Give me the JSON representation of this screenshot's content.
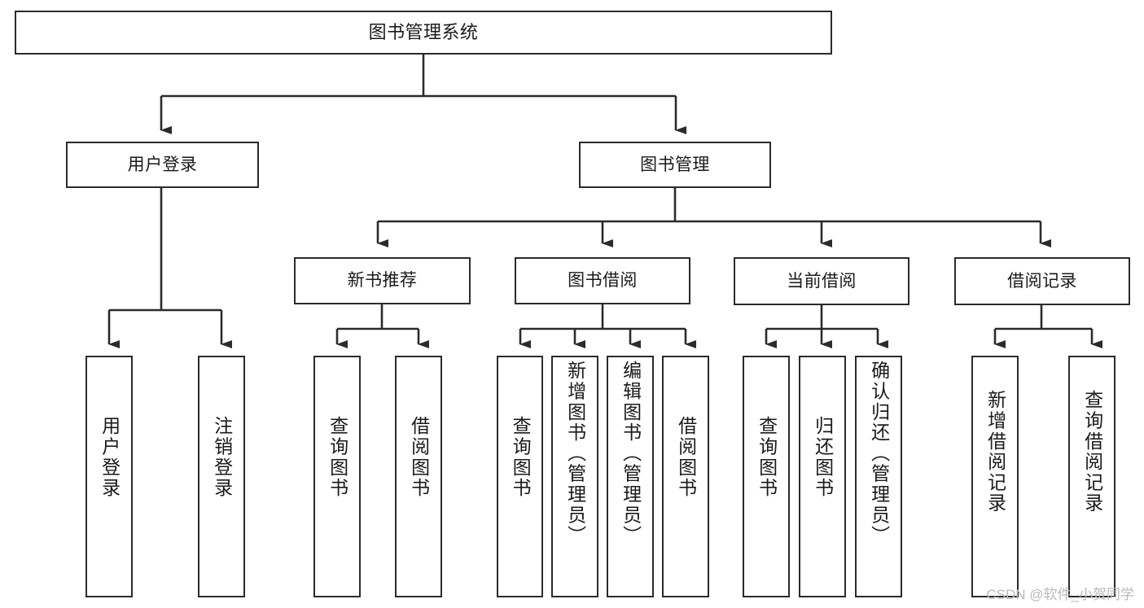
{
  "diagram": {
    "title": "图书管理系统",
    "type": "tree",
    "colors": {
      "box_border": "#2b2b2b",
      "box_fill": "#ffffff",
      "connector": "#2b2b2b",
      "text": "#1a1a1a",
      "watermark": "#b9b9b9",
      "background": "#ffffff"
    },
    "levels": {
      "root": {
        "label": "图书管理系统"
      },
      "level2": [
        {
          "id": "user-login",
          "label": "用户登录"
        },
        {
          "id": "book-manage",
          "label": "图书管理"
        }
      ],
      "level3": [
        {
          "id": "new-book-rec",
          "label": "新书推荐",
          "parent": "book-manage"
        },
        {
          "id": "book-borrow",
          "label": "图书借阅",
          "parent": "book-manage"
        },
        {
          "id": "current-borrow",
          "label": "当前借阅",
          "parent": "book-manage"
        },
        {
          "id": "borrow-record",
          "label": "借阅记录",
          "parent": "book-manage"
        }
      ],
      "leaves": [
        {
          "id": "leaf-user-login",
          "label": "用户登录",
          "parent": "user-login"
        },
        {
          "id": "leaf-user-logout",
          "label": "注销登录",
          "parent": "user-login"
        },
        {
          "id": "leaf-query-book-1",
          "label": "查询图书",
          "parent": "new-book-rec"
        },
        {
          "id": "leaf-borrow-book-1",
          "label": "借阅图书",
          "parent": "new-book-rec"
        },
        {
          "id": "leaf-query-book-2",
          "label": "查询图书",
          "parent": "book-borrow"
        },
        {
          "id": "leaf-add-book",
          "label": "新增图书（管理员）",
          "parent": "book-borrow"
        },
        {
          "id": "leaf-edit-book",
          "label": "编辑图书（管理员）",
          "parent": "book-borrow"
        },
        {
          "id": "leaf-borrow-book-2",
          "label": "借阅图书",
          "parent": "book-borrow"
        },
        {
          "id": "leaf-query-book-3",
          "label": "查询图书",
          "parent": "current-borrow"
        },
        {
          "id": "leaf-return-book",
          "label": "归还图书",
          "parent": "current-borrow"
        },
        {
          "id": "leaf-confirm-return",
          "label": "确认归还（管理员）",
          "parent": "current-borrow"
        },
        {
          "id": "leaf-add-record",
          "label": "新增借阅记录",
          "parent": "borrow-record"
        },
        {
          "id": "leaf-query-record",
          "label": "查询借阅记录",
          "parent": "borrow-record"
        }
      ]
    }
  },
  "watermark": {
    "text": "CSDN @软件_小贺同学"
  }
}
